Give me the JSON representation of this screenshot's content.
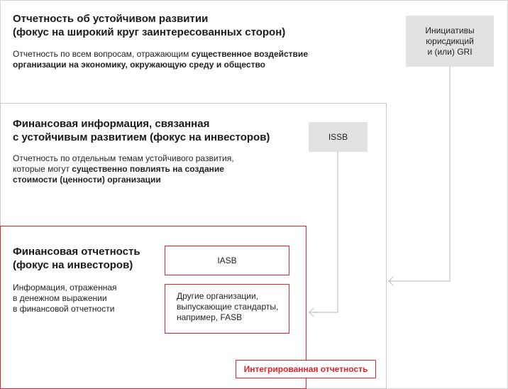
{
  "outer": {
    "title_line1": "Отчетность об устойчивом развитии",
    "title_line2": "(фокус на широкий круг заинтересованных сторон)",
    "desc_line1_plain": "Отчетность по всем вопросам, отражающим ",
    "desc_line1_bold": "существенное воздействие",
    "desc_line2_bold": "организации на экономику, окружающую среду и общество",
    "source_line1": "Инициативы",
    "source_line2": "юрисдикций",
    "source_line3": "и (или) GRI"
  },
  "middle": {
    "title_line1": "Финансовая информация, связанная",
    "title_line2": "с устойчивым развитием (фокус на инвесторов)",
    "desc_line1": "Отчетность по отдельным темам устойчивого развития,",
    "desc_line2_plain": "которые могут ",
    "desc_line2_bold": "существенно повлиять на создание",
    "desc_line3_bold": "стоимости (ценности) организации",
    "source": "ISSB"
  },
  "inner": {
    "title_line1": "Финансовая отчетность",
    "title_line2": "(фокус на инвесторов)",
    "desc_line1": "Информация, отраженная",
    "desc_line2": "в денежном выражении",
    "desc_line3": "в финансовой отчетности",
    "iasb": "IASB",
    "other_line1": "Другие организации,",
    "other_line2": "выпускающие стандарты,",
    "other_line3": "например, FASB"
  },
  "integrated_label": "Интегрированная отчетность",
  "colors": {
    "accent_red": "#e3242b",
    "grey_box": "#e2e2e2",
    "connector": "#c4c4c4"
  }
}
